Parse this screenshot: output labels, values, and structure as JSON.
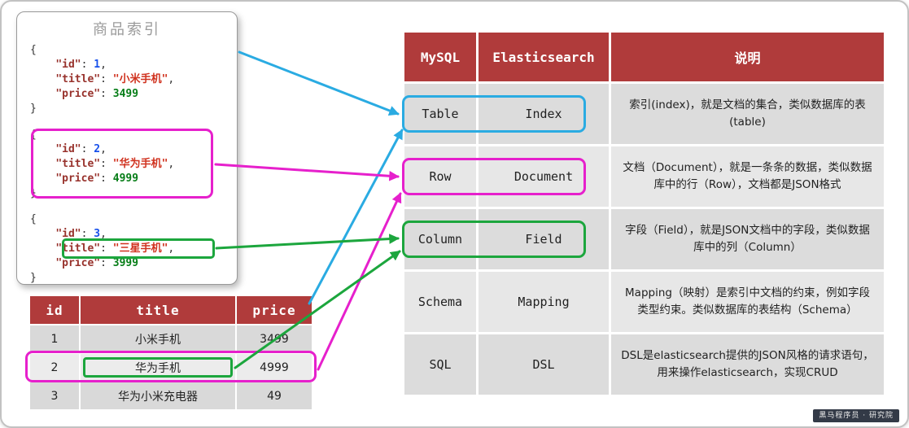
{
  "colors": {
    "header_red": "#b03b3b",
    "blue": "#2aabe2",
    "magenta": "#e620cc",
    "green": "#1ca63d",
    "json_key": "#98322c",
    "json_number": "#1750eb",
    "json_string": "#d0321f",
    "json_number_green": "#067d17"
  },
  "code_panel": {
    "title": "商品索引",
    "key_id": "id",
    "key_title": "title",
    "key_price": "price",
    "docs": [
      {
        "id": "1",
        "title": "小米手机",
        "price": "3499"
      },
      {
        "id": "2",
        "title": "华为手机",
        "price": "4999"
      },
      {
        "id": "3",
        "title": "三星手机",
        "price": "3999"
      }
    ]
  },
  "product_table": {
    "headers": [
      "id",
      "title",
      "price"
    ],
    "rows": [
      [
        "1",
        "小米手机",
        "3499"
      ],
      [
        "2",
        "华为手机",
        "4999"
      ],
      [
        "3",
        "华为小米充电器",
        "49"
      ]
    ]
  },
  "mapping_table": {
    "headers": [
      "MySQL",
      "Elasticsearch",
      "说明"
    ],
    "rows": [
      {
        "mysql": "Table",
        "es": "Index",
        "desc": "索引(index)，就是文档的集合，类似数据库的表(table)"
      },
      {
        "mysql": "Row",
        "es": "Document",
        "desc": "文档（Document），就是一条条的数据，类似数据库中的行（Row），文档都是JSON格式"
      },
      {
        "mysql": "Column",
        "es": "Field",
        "desc": "字段（Field），就是JSON文档中的字段，类似数据库中的列（Column）"
      },
      {
        "mysql": "Schema",
        "es": "Mapping",
        "desc": "Mapping（映射）是索引中文档的约束，例如字段类型约束。类似数据库的表结构（Schema）"
      },
      {
        "mysql": "SQL",
        "es": "DSL",
        "desc": "DSL是elasticsearch提供的JSON风格的请求语句，用来操作elasticsearch，实现CRUD"
      }
    ]
  },
  "watermark": "黑马程序员 · 研究院"
}
